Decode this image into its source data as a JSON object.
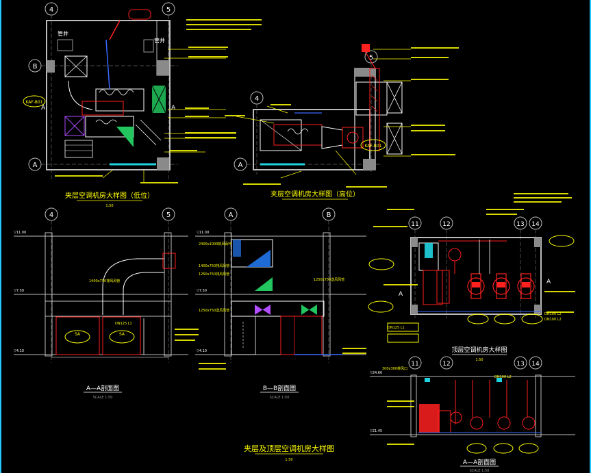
{
  "sheet": {
    "title": "夹层及顶层空调机房大样图",
    "title_scale": "1:50"
  },
  "plan_mezzanine_low": {
    "title": "夹层空调机房大样图（低位）",
    "scale": "1:50",
    "grid_labels": [
      "4",
      "5",
      "B",
      "A"
    ],
    "section_marks": [
      "A",
      "A"
    ],
    "labels": [
      "管井",
      "管井"
    ],
    "equipment_tag": "KAF-B01"
  },
  "plan_mezzanine_high": {
    "title": "夹层空调机房大样图（高位）",
    "grid_labels": [
      "4",
      "5",
      "A"
    ],
    "equipment_tag": "KAF-B01"
  },
  "section_aa_left": {
    "title": "A—A剖面图",
    "scale": "SCALE 1:50",
    "grid_labels": [
      "4",
      "5"
    ],
    "elevations": [
      "▽11.00",
      "▽7.50",
      "▽4.10"
    ],
    "callouts": [
      "1400x750排风风管",
      "DN125 L1"
    ],
    "equipment_tags": [
      "SA",
      "SA"
    ]
  },
  "section_bb": {
    "title": "B—B剖面图",
    "scale": "SCALE 1:50",
    "grid_labels": [
      "A",
      "B"
    ],
    "elevations": [
      "▽11.00",
      "▽7.50",
      "▽4.10"
    ],
    "callouts": [
      "2400x1000新风百叶",
      "1400x750排风风管",
      "1250x750排风风管",
      "1250x750送风风管",
      "1250x750送风风管"
    ]
  },
  "plan_roof": {
    "title": "顶层空调机房大样图",
    "scale": "1:50",
    "grid_labels": [
      "11",
      "12",
      "13",
      "14"
    ],
    "section_marks": [
      "A",
      "A"
    ],
    "callouts": [
      "DN125 L1",
      "DN100 L2",
      "DN100 L2"
    ]
  },
  "section_aa_right": {
    "title": "A—A剖面图",
    "scale": "SCALE 1:50",
    "grid_labels": [
      "11",
      "12",
      "13",
      "14"
    ],
    "elevations": [
      "▽24.60",
      "▽21.45"
    ],
    "callouts": [
      "300x300排风口",
      "DN100 L2"
    ]
  },
  "colors": {
    "background": "#000000",
    "wall": "#bdbdbd",
    "duct": "#ffffff",
    "note_text": "#ffff00",
    "equipment": "#ff2020",
    "duct_fill_green": "#22c55e",
    "fan_purple": "#b14cff",
    "damper_cyan": "#1fd4e0",
    "pipe_blue": "#3a6bff",
    "sheet_edge": "#26c6ff"
  }
}
